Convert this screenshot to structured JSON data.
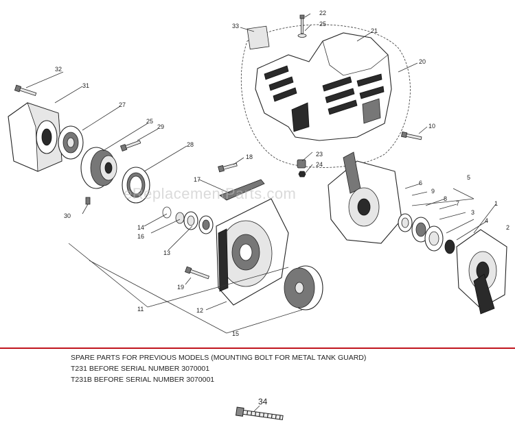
{
  "watermark": "eReplacementParts.com",
  "callouts": [
    "1",
    "2",
    "3",
    "4",
    "5",
    "6",
    "7",
    "8",
    "9",
    "10",
    "11",
    "12",
    "13",
    "14",
    "15",
    "16",
    "17",
    "18",
    "19",
    "20",
    "21",
    "22",
    "23",
    "24",
    "25",
    "25",
    "27",
    "28",
    "29",
    "30",
    "31",
    "32",
    "33",
    "34"
  ],
  "notes": {
    "line1": "SPARE PARTS FOR PREVIOUS MODELS (MOUNTING BOLT FOR METAL TANK GUARD)",
    "line2": "T231 BEFORE SERIAL NUMBER 3070001",
    "line3": "T231B BEFORE SERIAL NUMBER 3070001"
  },
  "part34_label": "34",
  "colors": {
    "divider": "#c0141c"
  }
}
